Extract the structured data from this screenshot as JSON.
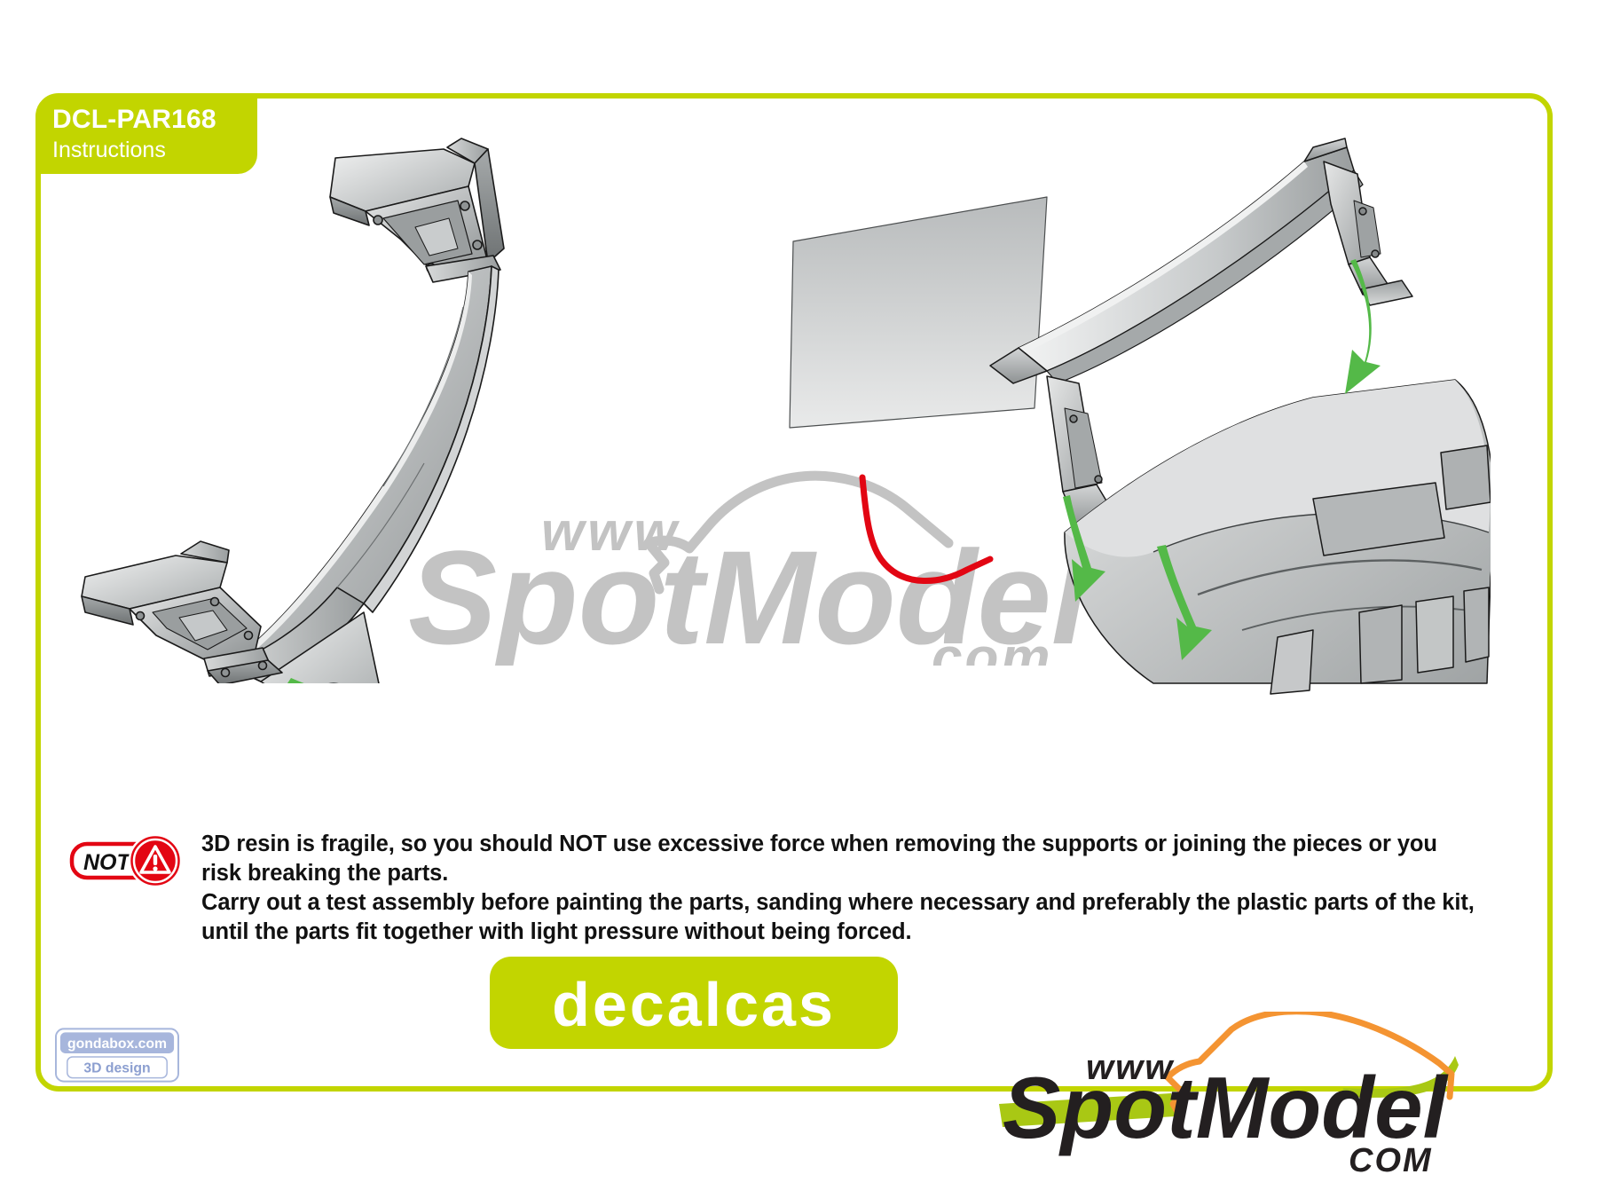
{
  "document": {
    "title": "DCL-PAR168",
    "subtitle": "Instructions",
    "accent_color": "#c2d500",
    "frame_color": "#c2d500",
    "background_color": "#ffffff"
  },
  "note": {
    "label": "NOTE:",
    "icon": "warning-triangle-icon",
    "badge_color": "#e30613",
    "lines": [
      "3D resin is fragile, so you should NOT use excessive force when removing the supports or joining the pieces or you risk breaking the parts.",
      "Carry out a test assembly before painting the parts, sanding where necessary and preferably the plastic parts of the kit, until the parts fit together with light pressure without being forced."
    ]
  },
  "illustrations": {
    "left": {
      "name": "rear-wing-exploded-view",
      "caption": "",
      "arrow_color": "#54b948",
      "part_fill": "#b9bcbd"
    },
    "right": {
      "name": "rear-wing-mounted-on-car-body",
      "caption": "",
      "arrow_color": "#54b948",
      "guide_line_color": "#e20613",
      "part_fill": "#c9cbcc"
    }
  },
  "watermark": {
    "www": "www",
    "brand": "SpotModel",
    "tld": "com",
    "color": "#bcbcbc"
  },
  "brand_decalcas": {
    "text": "decalcas",
    "background": "#c2d500",
    "text_color": "#ffffff"
  },
  "brand_gondabox": {
    "line1": "gondabox.com",
    "line2": "3D design",
    "band_color": "#a7b6dc",
    "text_color": "#ffffff",
    "line2_color": "#8c9fd0"
  },
  "brand_spotmodel": {
    "www": "www",
    "name": "SpotModel",
    "com": "COM",
    "text_color": "#231f20",
    "car_outline_color": "#f49432",
    "swoosh_color": "#a9c814"
  }
}
